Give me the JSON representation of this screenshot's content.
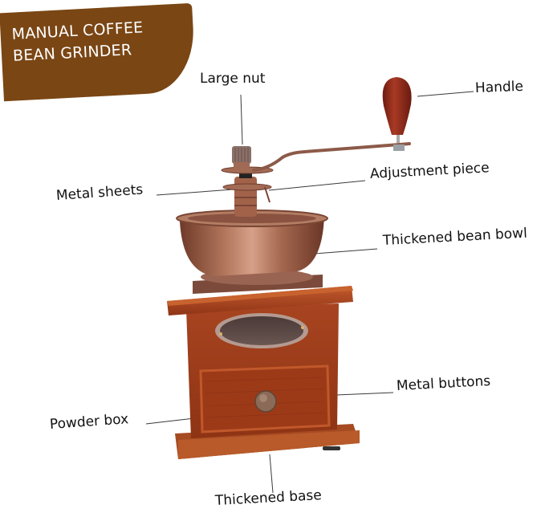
{
  "banner": {
    "line1": "MANUAL COFFEE",
    "line2": "BEAN GRINDER",
    "color": "#7a4614"
  },
  "labels": {
    "large_nut": "Large nut",
    "handle": "Handle",
    "adjustment_piece": "Adjustment piece",
    "metal_sheets": "Metal sheets",
    "thickened_bean_bowl": "Thickened bean bowl",
    "metal_buttons": "Metal buttons",
    "powder_box": "Powder box",
    "thickened_base": "Thickened base"
  },
  "colors": {
    "wood": "#a3401c",
    "wood_dark": "#7d2b12",
    "copper": "#9b6048",
    "copper_light": "#c89178",
    "handle_wood": "#8e2416"
  }
}
